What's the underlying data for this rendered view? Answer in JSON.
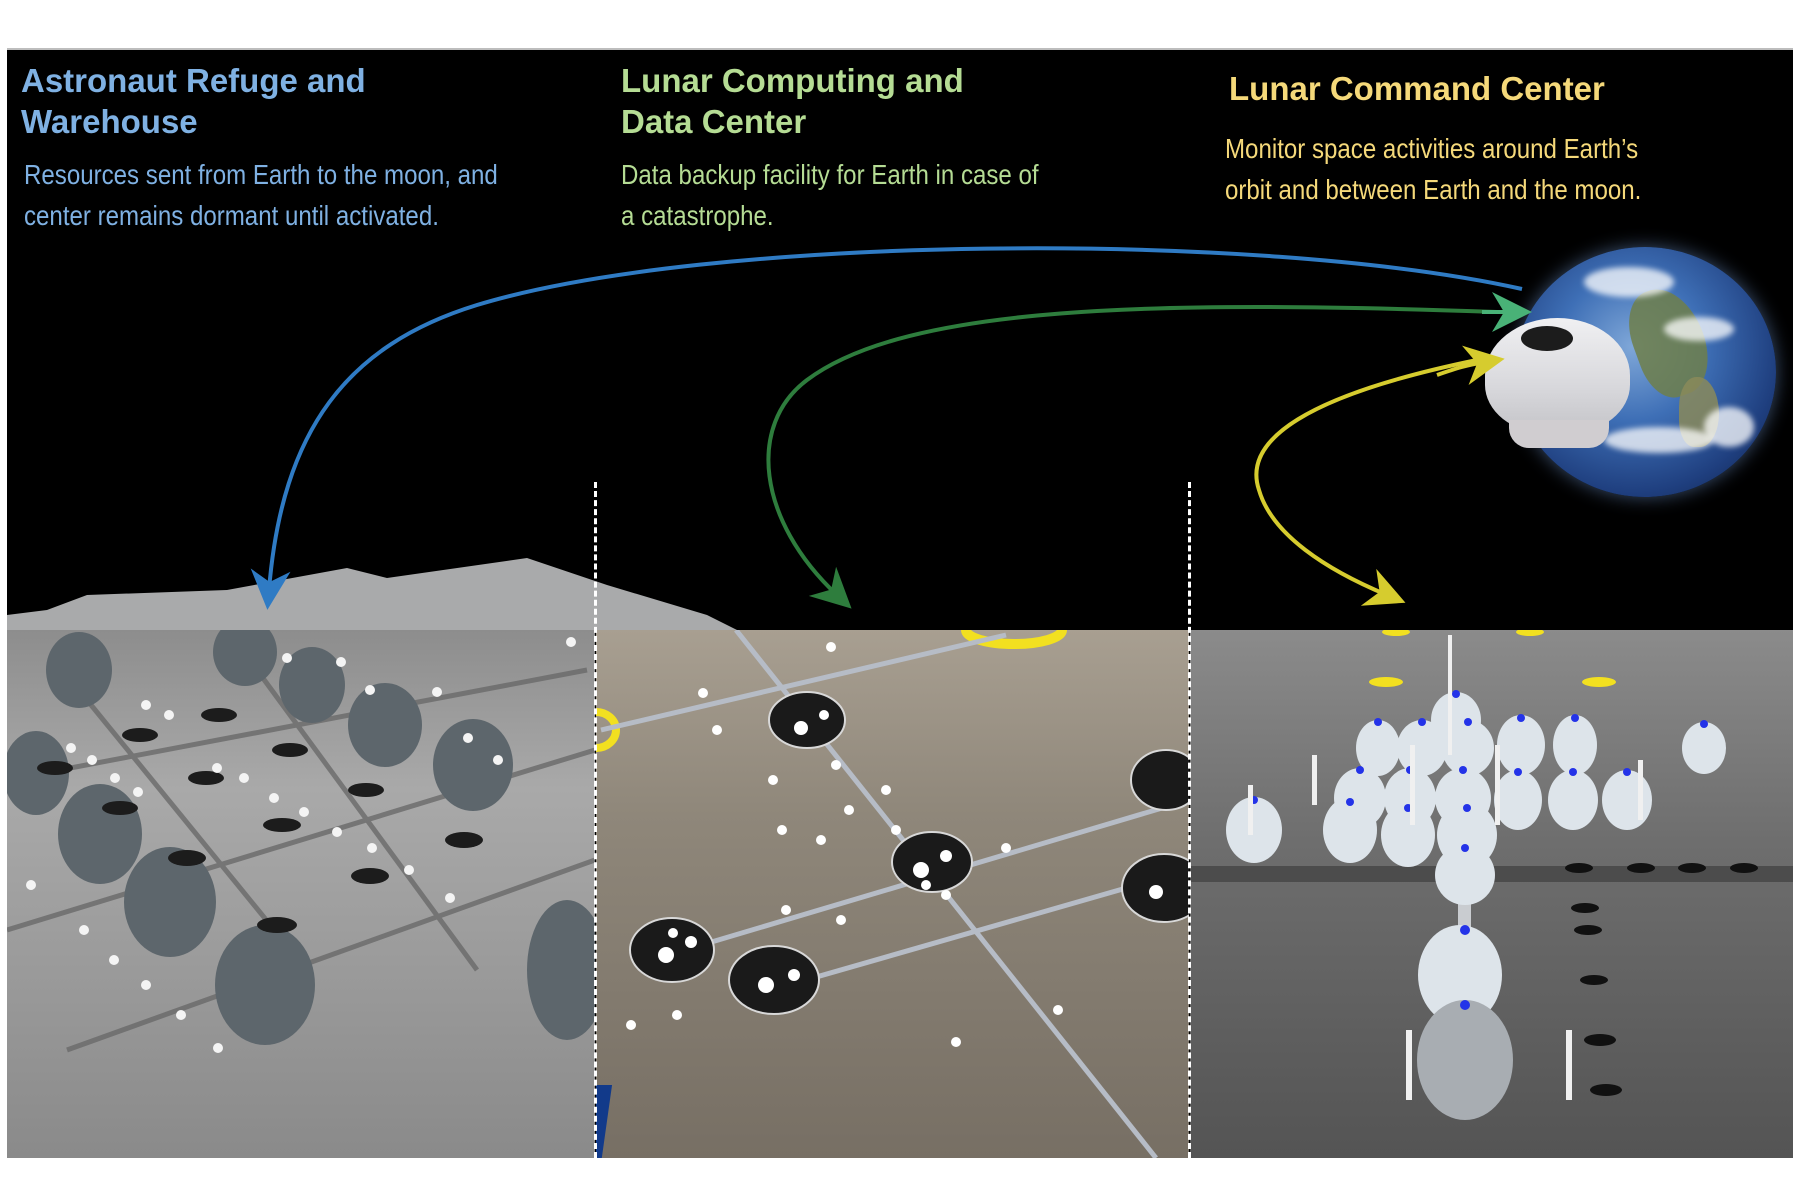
{
  "figure": {
    "background": "#000000",
    "sections": [
      {
        "id": "refuge",
        "title_line1": "Astronaut Refuge and",
        "title_line2": "Warehouse",
        "desc_line1": "Resources sent from Earth to the moon, and",
        "desc_line2": "center remains dormant until activated.",
        "color": "#7fb1e3",
        "arrow_color": "#2f7bc4"
      },
      {
        "id": "computing",
        "title_line1": "Lunar Computing and",
        "title_line2": "Data Center",
        "desc_line1": "Data backup facility for Earth in case of",
        "desc_line2": "a catastrophe.",
        "color": "#b5dc94",
        "arrow_color": "#2e7d3d"
      },
      {
        "id": "command",
        "title_line1": "Lunar Command Center",
        "desc_line1": "Monitor space activities around Earth’s",
        "desc_line2": "orbit and between Earth and the moon.",
        "color": "#f5d97a",
        "arrow_color": "#d6cc2e"
      }
    ],
    "earth": {
      "label": "earth-with-lunar-pod"
    },
    "panels": [
      {
        "name": "refuge-render",
        "description": "grey domes, dark umbrella structures and lamp posts on lunar surface"
      },
      {
        "name": "computing-render",
        "description": "reflective half-domes connected by corridors on tan plain"
      },
      {
        "name": "command-render",
        "description": "clustered white domes with blue beacons and towers"
      }
    ]
  }
}
